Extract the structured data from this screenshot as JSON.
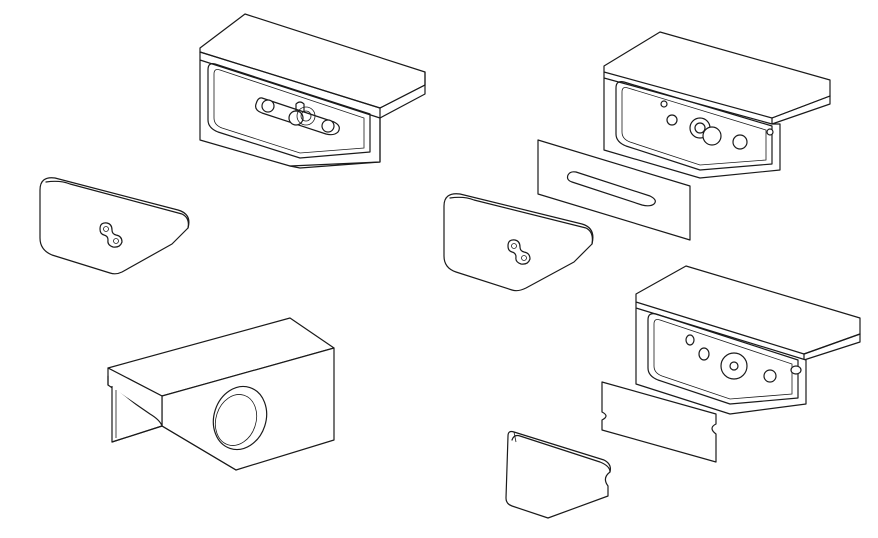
{
  "drawing": {
    "stroke_color": "#1a1a1a",
    "background_color": "#ffffff",
    "parts": [
      {
        "name": "bracket-slot-top-left"
      },
      {
        "name": "plate-bean-left"
      },
      {
        "name": "housing-boss-bottom-left"
      },
      {
        "name": "bracket-holes-top-right"
      },
      {
        "name": "shim-slot-right"
      },
      {
        "name": "plate-bean-right"
      },
      {
        "name": "bracket-holes-bottom-right"
      },
      {
        "name": "shim-notched-bottom-right"
      },
      {
        "name": "plate-notched-bottom"
      }
    ]
  }
}
